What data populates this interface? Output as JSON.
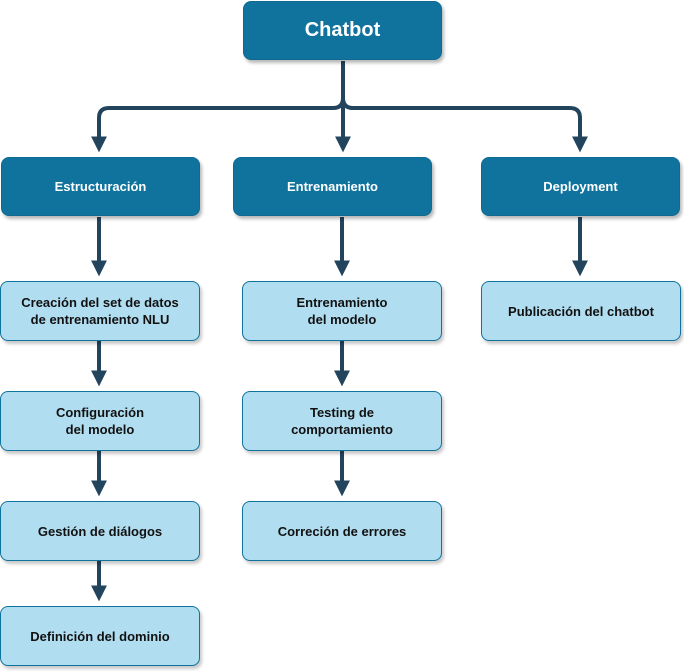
{
  "root": {
    "label": "Chatbot"
  },
  "branches": [
    {
      "label": "Estructuración",
      "steps": [
        "Creación del set de datos\nde entrenamiento NLU",
        "Configuración\ndel modelo",
        "Gestión de diálogos",
        "Definición del dominio"
      ]
    },
    {
      "label": "Entrenamiento",
      "steps": [
        "Entrenamiento\ndel modelo",
        "Testing de\ncomportamiento",
        "Correción de errores"
      ]
    },
    {
      "label": "Deployment",
      "steps": [
        "Publicación del chatbot"
      ]
    }
  ],
  "colors": {
    "dark_box": "#10739e",
    "light_box": "#b1ddf0",
    "connector": "#23445d"
  }
}
